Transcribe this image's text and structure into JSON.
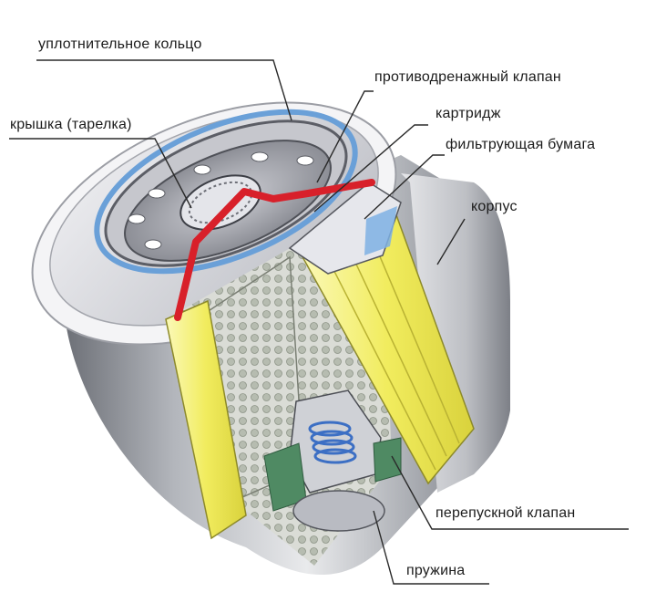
{
  "labels": {
    "seal_ring": "уплотнительное кольцо",
    "anti_drain_valve": "противодренажный клапан",
    "cover_plate": "крышка (тарелка)",
    "cartridge": "картридж",
    "filter_paper": "фильтрующая бумага",
    "housing": "корпус",
    "bypass_valve": "перепускной клапан",
    "spring": "пружина"
  },
  "colors": {
    "housing": "#9a9ea6",
    "filter_paper": "#f2ee6a",
    "perforated_tube": "#c9ccc4",
    "valve_red": "#d8202a",
    "seal_ring_blue": "#6aa0d8",
    "gasket_green": "#4f8a63",
    "leader_line": "#2a2a2a"
  }
}
